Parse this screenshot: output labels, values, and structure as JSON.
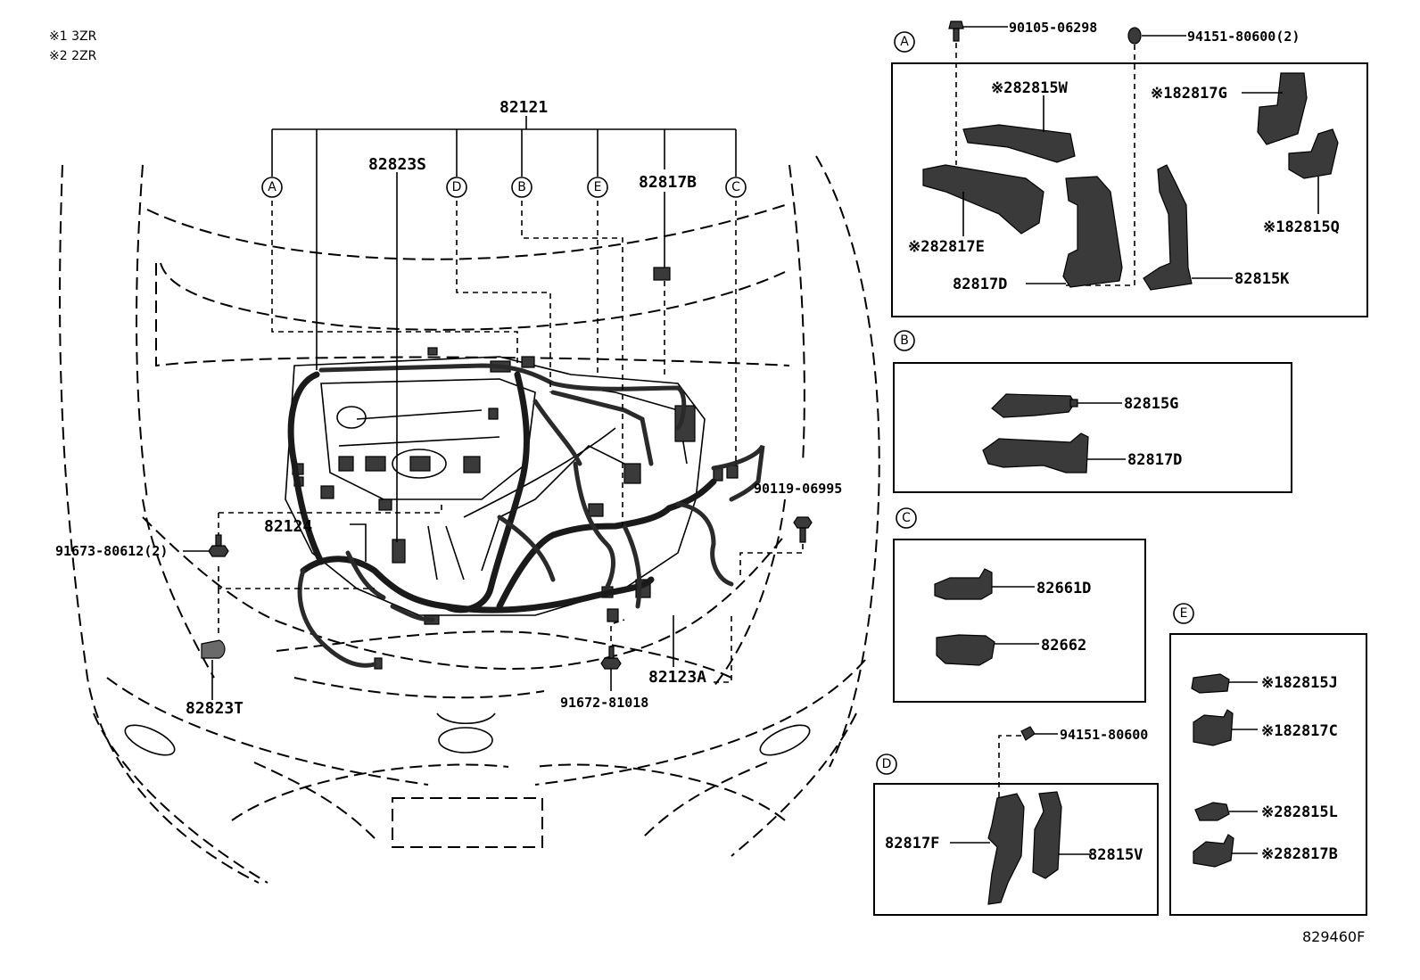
{
  "notes": [
    "※1 3ZR",
    "※2 2ZR"
  ],
  "figure_id": "829460F",
  "main": {
    "harness": "82121",
    "labels": {
      "p82823S": "82823S",
      "p82817B": "82817B",
      "p82124": "82124",
      "p82123A": "82123A",
      "p82823T": "82823T",
      "b91672": "91672-81018",
      "b91673": "91673-80612(2)",
      "b90119": "90119-06995"
    },
    "markers": [
      "A",
      "D",
      "B",
      "E",
      "C"
    ]
  },
  "panel_a": {
    "marker": "A",
    "bolt1": "90105-06298",
    "clip1": "94151-80600(2)",
    "p82815W": "※282815W",
    "p82817G": "※182817G",
    "p82815Q": "※182815Q",
    "p82817E": "※282817E",
    "p82817D": "82817D",
    "p82815K": "82815K"
  },
  "panel_b": {
    "marker": "B",
    "p1": "82815G",
    "p2": "82817D"
  },
  "panel_c": {
    "marker": "C",
    "p1": "82661D",
    "p2": "82662"
  },
  "panel_d": {
    "marker": "D",
    "clip": "94151-80600",
    "p1": "82817F",
    "p2": "82815V"
  },
  "panel_e": {
    "marker": "E",
    "p1": "※182815J",
    "p2": "※182817C",
    "p3": "※282815L",
    "p4": "※282817B"
  }
}
